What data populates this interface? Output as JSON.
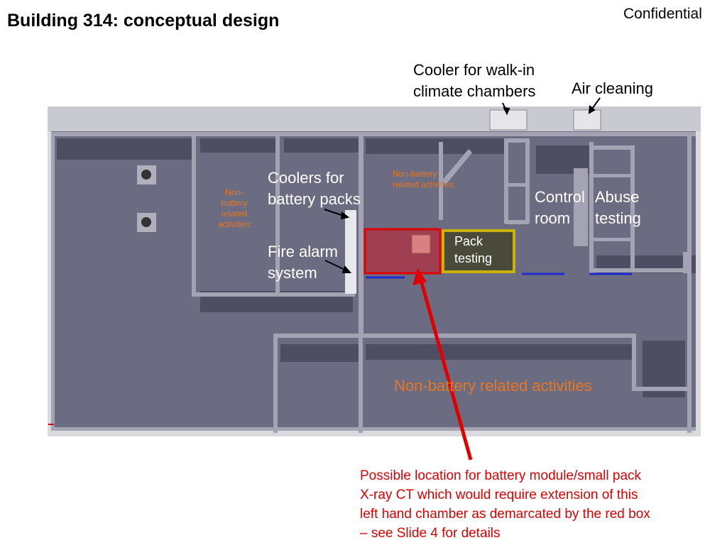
{
  "header": {
    "title": "Building 314: conceptual design",
    "confidential": "Confidential"
  },
  "labels": {
    "cooler_walkin_line1": "Cooler for walk-in",
    "cooler_walkin_line2": "climate chambers",
    "air_cleaning": "Air cleaning",
    "coolers_battery_line1": "Coolers for",
    "coolers_battery_line2": "battery packs",
    "fire_alarm_line1": "Fire alarm",
    "fire_alarm_line2": "system",
    "control_room_line1": "Control",
    "control_room_line2": "room",
    "abuse_testing_line1": "Abuse",
    "abuse_testing_line2": "testing",
    "pack_testing_line1": "Pack",
    "pack_testing_line2": "testing",
    "nonbattery_left_1": "Non-",
    "nonbattery_left_2": "battery",
    "nonbattery_left_3": "related",
    "nonbattery_left_4": "activities",
    "nonbattery_top_1": "Non-battery",
    "nonbattery_top_2": "related activities",
    "nonbattery_bottom": "Non-battery related activities"
  },
  "note": {
    "line1": "Possible location for battery module/small pack",
    "line2": "X-ray CT which would require extension of this",
    "line3": "left hand chamber as demarcated by the red box",
    "line4": "– see Slide 4 for details"
  },
  "colors": {
    "floor": "#6b6b82",
    "wall": "#9a9aaa",
    "shadow": "#4a4a5e",
    "highlight_red": "#e00000",
    "pack_yellow": "#c8b400",
    "orange_text": "#e87722"
  }
}
